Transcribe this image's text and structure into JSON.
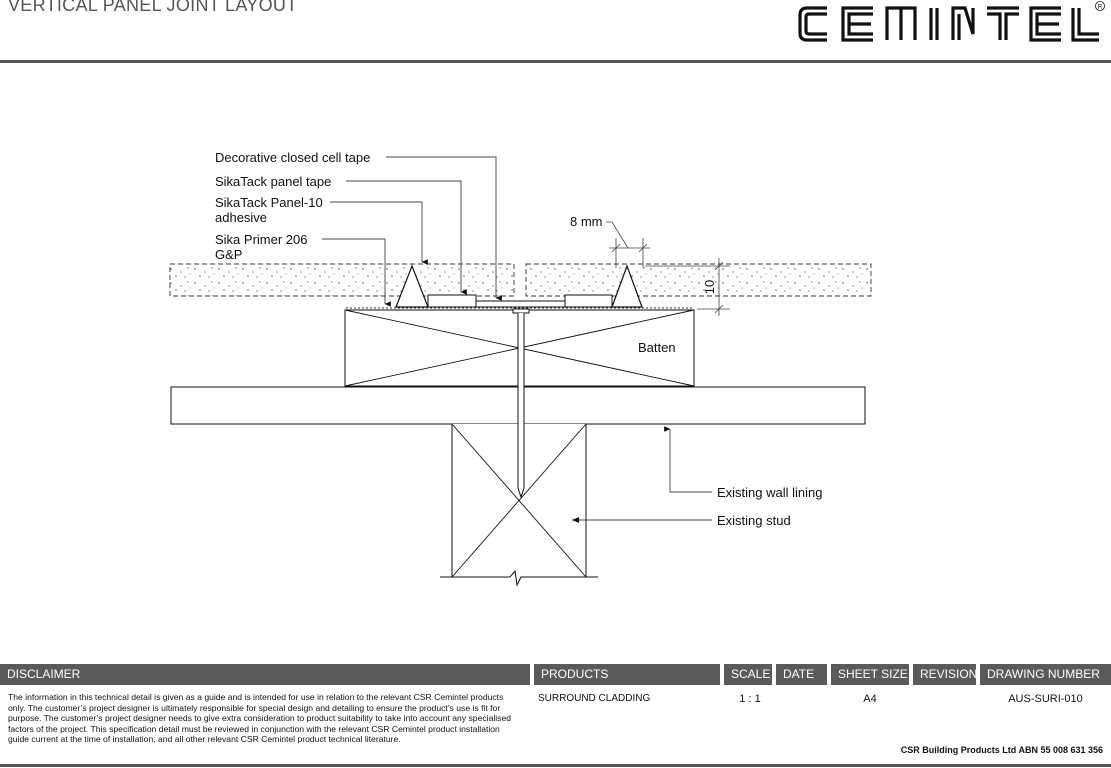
{
  "header": {
    "title": "VERTICAL PANEL JOINT LAYOUT",
    "logo_text": "CEMINTEL",
    "logo_mark": "®"
  },
  "diagram": {
    "labels": {
      "decorative_tape": "Decorative closed cell tape",
      "panel_tape": "SikaTack panel tape",
      "adhesive_line1": "SikaTack Panel-10",
      "adhesive_line2": "adhesive",
      "primer_line1": "Sika Primer 206",
      "primer_line2": "G&P",
      "gap": "8 mm",
      "thickness": "10",
      "batten": "Batten",
      "wall_lining": "Existing wall lining",
      "stud": "Existing stud"
    }
  },
  "title_block": {
    "headers": {
      "disclaimer": "DISCLAIMER",
      "products": "PRODUCTS",
      "scale": "SCALE",
      "date": "DATE",
      "sheet_size": "SHEET SIZE",
      "revision": "REVISION",
      "drawing_number": "DRAWING NUMBER"
    },
    "disclaimer_text": "The information in this technical detail is given as a guide and is intended for use in relation to the relevant CSR Cemintel products only. The customer’s project designer is ultimately responsible for special design and detailing to ensure the product’s use is fit for purpose. The customer’s project designer needs to give extra consideration to product suitability to take into account any specialised factors of the project. This specification detail must be reviewed in conjunction with the relevant CSR Cemintel product installation guide current at the time of installation, and all other relevant CSR Cemintel product technical literature.",
    "products": "SURROUND CLADDING",
    "scale": "1 : 1",
    "date": "",
    "sheet_size": "A4",
    "revision": "",
    "drawing_number": "AUS-SURI-010",
    "company": "CSR Building Products Ltd ABN  55 008 631 356"
  },
  "colors": {
    "header_bar": "#5a5a5a",
    "rule": "#555555",
    "ink": "#111111"
  }
}
